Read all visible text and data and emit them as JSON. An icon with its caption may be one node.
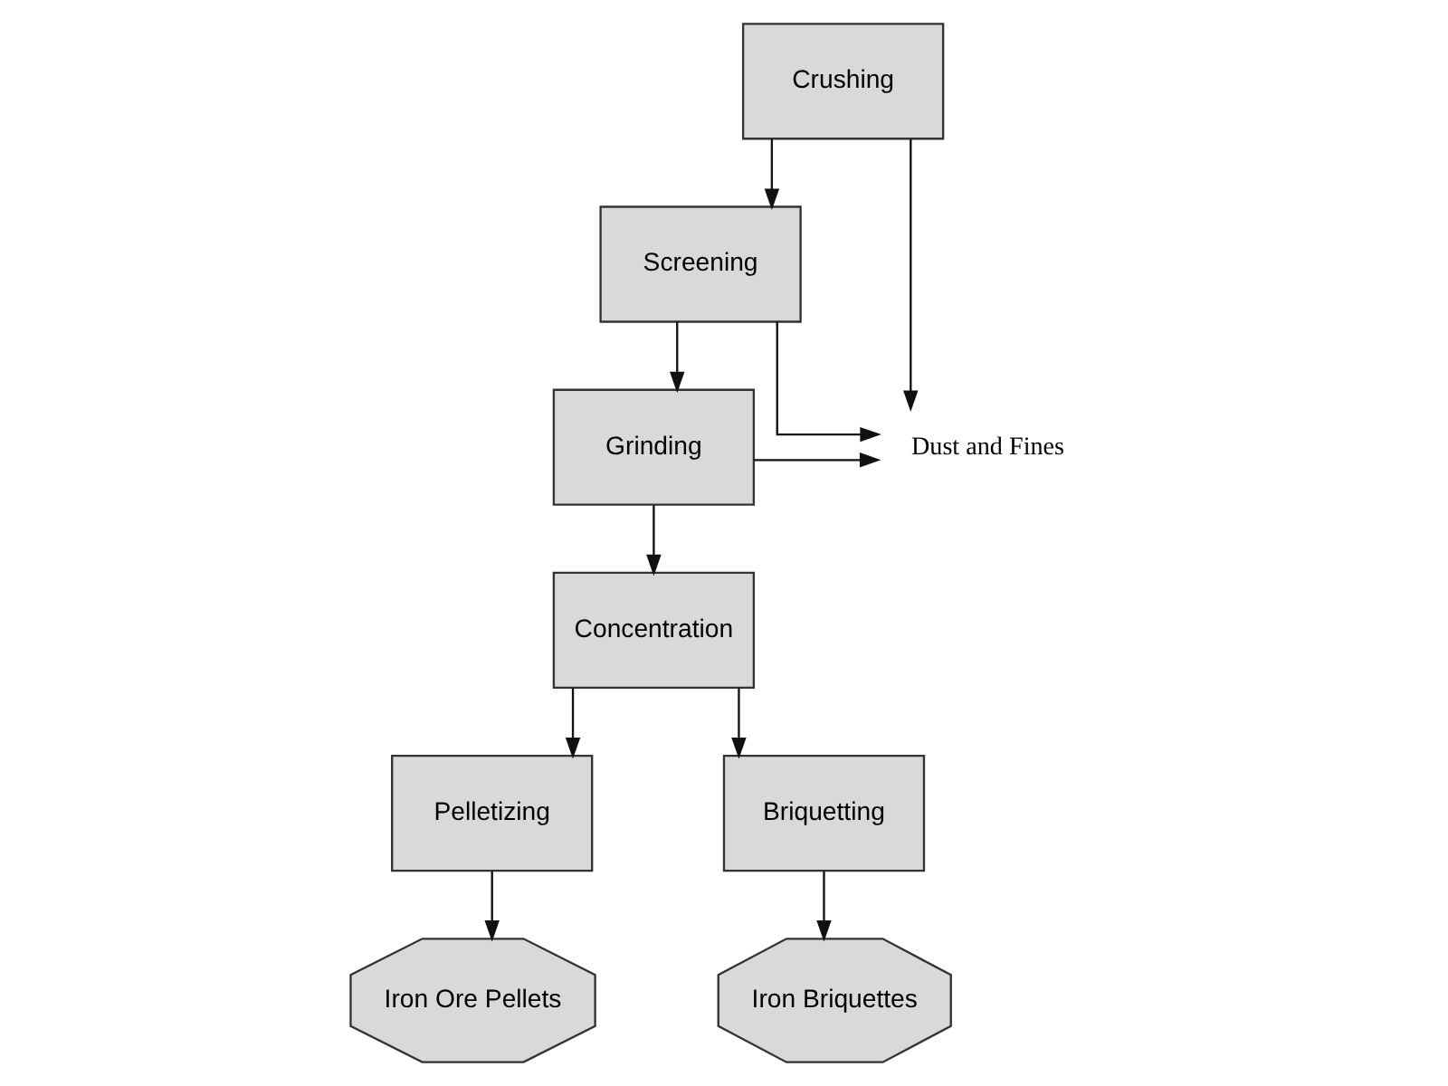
{
  "diagram": {
    "nodes": [
      {
        "text": [
          "Crushing"
        ]
      },
      {
        "text": [
          "Screening"
        ]
      },
      {
        "text": [
          "Grinding"
        ]
      },
      {
        "text": [
          "Dust and Fines"
        ]
      },
      {
        "text": [
          "Concentration"
        ]
      },
      {
        "text": [
          "Pelletizing"
        ]
      },
      {
        "text": [
          "Briquetting"
        ]
      },
      {
        "text": [
          "Iron Ore Pellets"
        ]
      },
      {
        "text": [
          "Iron Briquettes"
        ]
      }
    ],
    "edges": [
      {
        "from": 0,
        "to": 1,
        "arrow": "to"
      },
      {
        "from": 1,
        "to": 2,
        "arrow": "to"
      },
      {
        "from": 0,
        "to": 3,
        "arrow": "to"
      },
      {
        "from": 1,
        "to": 3,
        "arrow": "to"
      },
      {
        "from": 2,
        "to": 3,
        "arrow": "to"
      },
      {
        "from": 2,
        "to": 4,
        "arrow": "to"
      },
      {
        "from": 4,
        "to": 5,
        "arrow": "to"
      },
      {
        "from": 4,
        "to": 6,
        "arrow": "to"
      },
      {
        "from": 5,
        "to": 7,
        "arrow": "to"
      },
      {
        "from": 6,
        "to": 8,
        "arrow": "to"
      }
    ]
  }
}
